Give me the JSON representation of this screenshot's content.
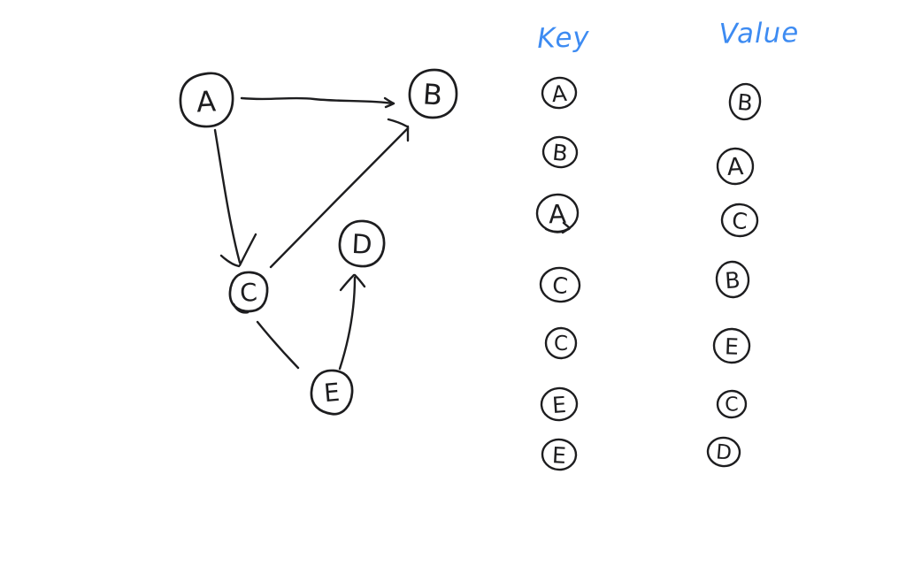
{
  "canvas": {
    "background": "#ffffff",
    "ink_color": "#1d1d1f",
    "accent_color": "#3d8bf2"
  },
  "graph": {
    "nodes": [
      {
        "id": "A",
        "label": "A"
      },
      {
        "id": "B",
        "label": "B"
      },
      {
        "id": "C",
        "label": "C"
      },
      {
        "id": "D",
        "label": "D"
      },
      {
        "id": "E",
        "label": "E"
      }
    ],
    "edges": [
      {
        "from": "A",
        "to": "B",
        "directed": true
      },
      {
        "from": "A",
        "to": "C",
        "directed": true
      },
      {
        "from": "C",
        "to": "B",
        "directed": true
      },
      {
        "from": "C",
        "to": "E",
        "directed": false
      },
      {
        "from": "E",
        "to": "D",
        "directed": true
      }
    ]
  },
  "mapping_table": {
    "key_header": "Key",
    "value_header": "Value",
    "keys": [
      "A",
      "B",
      "A",
      "C",
      "C",
      "E",
      "E"
    ],
    "values": [
      "B",
      "A",
      "C",
      "B",
      "E",
      "C",
      "D"
    ]
  }
}
